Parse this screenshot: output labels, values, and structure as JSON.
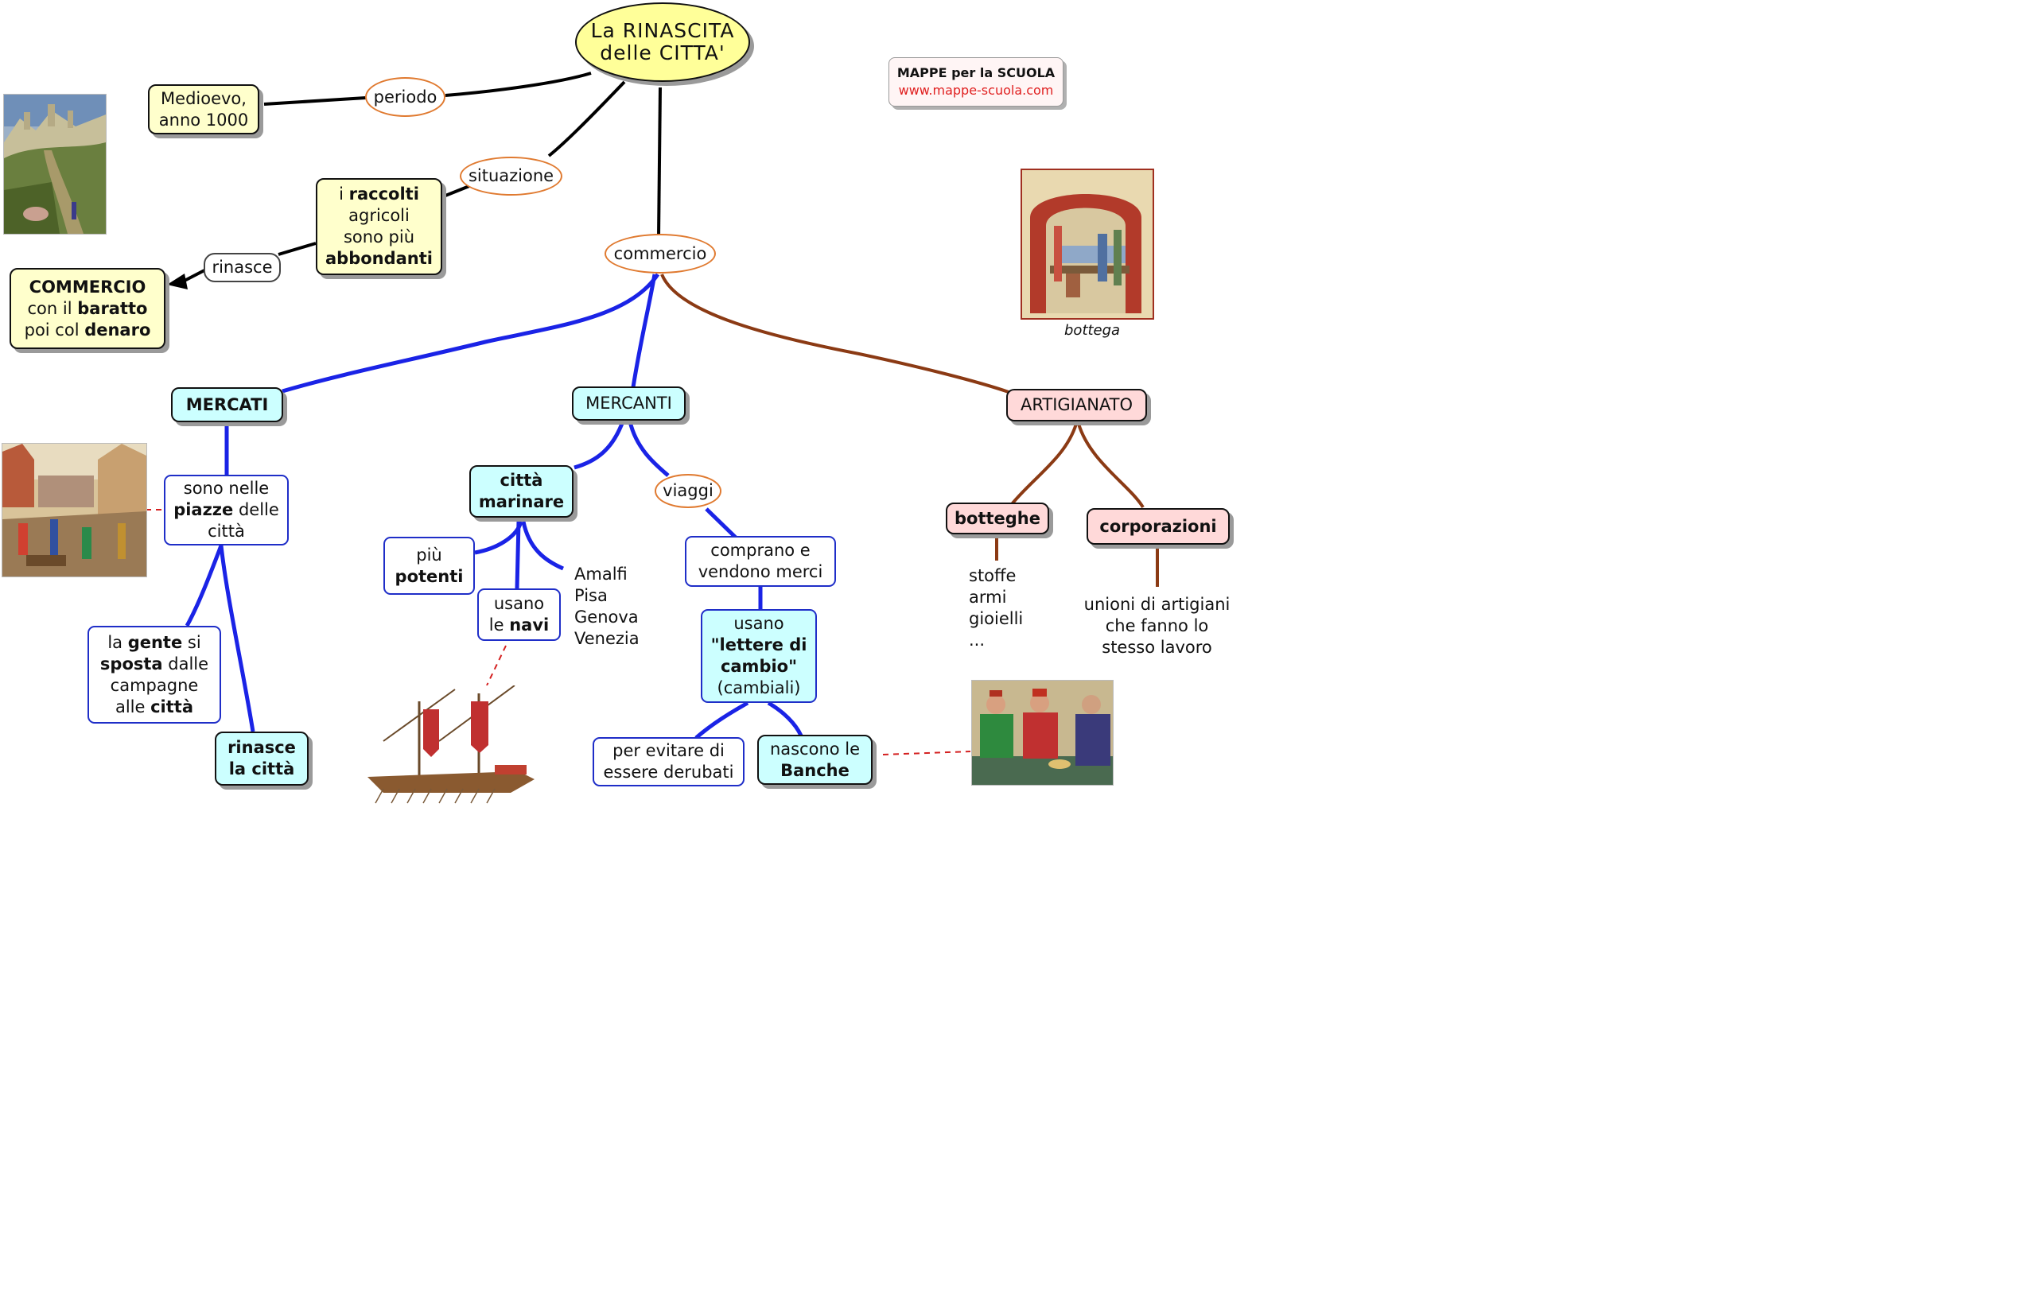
{
  "title": {
    "line1": "La RINASCITA",
    "line2": "delle CITTA'"
  },
  "brand": {
    "title": "MAPPE per la SCUOLA",
    "url": "www.mappe-scuola.com"
  },
  "links": {
    "periodo": "periodo",
    "situazione": "situazione",
    "commercio": "commercio",
    "rinasce": "rinasce",
    "viaggi": "viaggi"
  },
  "nodes": {
    "medioevo": [
      "Medioevo,",
      "anno 1000"
    ],
    "raccolti": {
      "l1a": "i ",
      "l1b": "raccolti",
      "l2": "agricoli",
      "l3": "sono più",
      "l4": "abbondanti"
    },
    "commercio_box": {
      "l1": "COMMERCIO",
      "l2a": "con il ",
      "l2b": "baratto",
      "l3a": "poi col ",
      "l3b": "denaro"
    },
    "mercati": "MERCATI",
    "mercanti": "MERCANTI",
    "artigianato": "ARTIGIANATO",
    "piazze": {
      "l1": "sono nelle",
      "l2a": "piazze",
      "l2b": " delle",
      "l3": "città"
    },
    "gente": {
      "l1a": "la ",
      "l1b": "gente",
      "l1c": " si",
      "l2a": "sposta",
      "l2b": " dalle",
      "l3": "campagne",
      "l4a": "alle ",
      "l4b": "città"
    },
    "rinasce_citta": [
      "rinasce",
      "la città"
    ],
    "citta_marinare": [
      "città",
      "marinare"
    ],
    "piu_potenti": [
      "più",
      "potenti"
    ],
    "usano_navi": {
      "l1": "usano",
      "l2a": "le ",
      "l2b": "navi"
    },
    "marinare_list": [
      "Amalfi",
      "Pisa",
      "Genova",
      "Venezia"
    ],
    "comprano": [
      "comprano e",
      "vendono merci"
    ],
    "lettere": {
      "l1": "usano",
      "l2": "\"lettere di",
      "l3": "cambio\"",
      "l4": "(cambiali)"
    },
    "derubati": [
      "per evitare di",
      "essere derubati"
    ],
    "banche": [
      "nascono le",
      "Banche"
    ],
    "botteghe": "botteghe",
    "corporazioni": "corporazioni",
    "botteghe_list": [
      "stoffe",
      "armi",
      "gioielli",
      "..."
    ],
    "corporazioni_desc": [
      "unioni di artigiani",
      "che fanno lo",
      "stesso lavoro"
    ]
  },
  "captions": {
    "bottega": "bottega"
  },
  "colors": {
    "black_edge": "#000000",
    "blue_edge": "#1a23e6",
    "brown_edge": "#8b3a14",
    "red_dash": "#d42020"
  }
}
